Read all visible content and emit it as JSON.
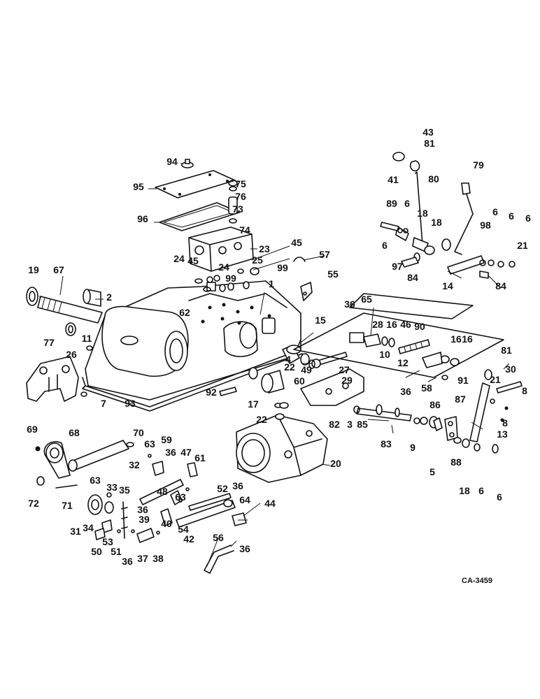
{
  "diagram": {
    "reference_code": "CA-3459",
    "callouts": [
      "1",
      "2",
      "3",
      "4",
      "5",
      "6",
      "7",
      "8",
      "9",
      "10",
      "11",
      "12",
      "13",
      "14",
      "15",
      "16",
      "17",
      "18",
      "19",
      "20",
      "21",
      "22",
      "23",
      "24",
      "25",
      "26",
      "27",
      "28",
      "29",
      "30",
      "31",
      "32",
      "33",
      "34",
      "35",
      "36",
      "37",
      "38",
      "39",
      "40",
      "41",
      "42",
      "43",
      "44",
      "45",
      "46",
      "47",
      "48",
      "49",
      "50",
      "51",
      "52",
      "53",
      "54",
      "55",
      "56",
      "57",
      "58",
      "59",
      "60",
      "61",
      "62",
      "63",
      "64",
      "65",
      "67",
      "68",
      "69",
      "70",
      "71",
      "72",
      "73",
      "74",
      "75",
      "76",
      "77",
      "79",
      "80",
      "81",
      "82",
      "83",
      "84",
      "85",
      "86",
      "87",
      "88",
      "89",
      "90",
      "91",
      "92",
      "93",
      "94",
      "95",
      "96",
      "97",
      "98",
      "99"
    ]
  }
}
